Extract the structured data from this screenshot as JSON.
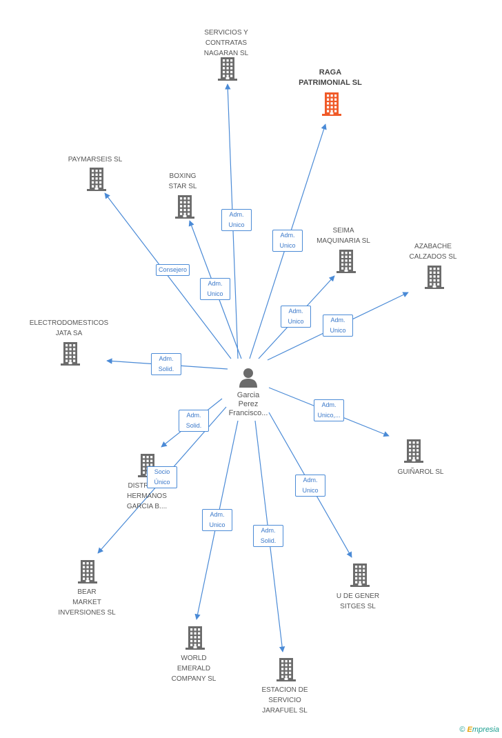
{
  "person": {
    "name_lines": [
      "Garcia",
      "Perez",
      "Francisco..."
    ],
    "icon": "person-icon"
  },
  "companies": [
    {
      "id": "servicios",
      "lines": [
        "SERVICIOS Y",
        "CONTRATAS",
        "NAGARAN SL"
      ],
      "icon": "building-icon",
      "color": "#6b6b6b"
    },
    {
      "id": "raga",
      "lines": [
        "RAGA",
        "PATRIMONIAL SL"
      ],
      "icon": "building-icon",
      "color": "#f05a28",
      "highlight": true
    },
    {
      "id": "paymarseis",
      "lines": [
        "PAYMARSEIS SL"
      ],
      "icon": "building-icon",
      "color": "#6b6b6b"
    },
    {
      "id": "boxing",
      "lines": [
        "BOXING",
        "STAR  SL"
      ],
      "icon": "building-icon",
      "color": "#6b6b6b"
    },
    {
      "id": "seima",
      "lines": [
        "SEIMA",
        "MAQUINARIA SL"
      ],
      "icon": "building-icon",
      "color": "#6b6b6b"
    },
    {
      "id": "azabache",
      "lines": [
        "AZABACHE",
        "CALZADOS SL"
      ],
      "icon": "building-icon",
      "color": "#6b6b6b"
    },
    {
      "id": "electro",
      "lines": [
        "ELECTRODOMESTICOS",
        "JATA SA"
      ],
      "icon": "building-icon",
      "color": "#6b6b6b"
    },
    {
      "id": "guinarol",
      "lines": [
        "GUIÑAROL SL"
      ],
      "icon": "building-icon",
      "color": "#6b6b6b"
    },
    {
      "id": "distrib",
      "lines": [
        "DISTRIBU...",
        "HERMANOS",
        "GARCIA B...."
      ],
      "icon": "building-icon",
      "color": "#6b6b6b"
    },
    {
      "id": "bear",
      "lines": [
        "BEAR",
        "MARKET",
        "INVERSIONES SL"
      ],
      "icon": "building-icon",
      "color": "#6b6b6b"
    },
    {
      "id": "ugener",
      "lines": [
        "U DE GENER",
        "SITGES SL"
      ],
      "icon": "building-icon",
      "color": "#6b6b6b"
    },
    {
      "id": "world",
      "lines": [
        "WORLD",
        "EMERALD",
        "COMPANY SL"
      ],
      "icon": "building-icon",
      "color": "#6b6b6b"
    },
    {
      "id": "estacion",
      "lines": [
        "ESTACION DE",
        "SERVICIO",
        "JARAFUEL SL"
      ],
      "icon": "building-icon",
      "color": "#6b6b6b"
    }
  ],
  "relations": [
    {
      "to": "servicios",
      "lines": [
        "Adm.",
        "Unico"
      ]
    },
    {
      "to": "raga",
      "lines": [
        "Adm.",
        "Unico"
      ]
    },
    {
      "to": "paymarseis",
      "lines": [
        "Consejero"
      ]
    },
    {
      "to": "boxing",
      "lines": [
        "Adm.",
        "Unico"
      ]
    },
    {
      "to": "seima",
      "lines": [
        "Adm.",
        "Unico"
      ]
    },
    {
      "to": "azabache",
      "lines": [
        "Adm.",
        "Unico"
      ]
    },
    {
      "to": "electro",
      "lines": [
        "Adm.",
        "Solid."
      ]
    },
    {
      "to": "guinarol",
      "lines": [
        "Adm.",
        "Unico,..."
      ]
    },
    {
      "to": "distrib",
      "lines": [
        "Adm.",
        "Solid."
      ]
    },
    {
      "to": "bear",
      "lines": [
        "Socio",
        "Único"
      ]
    },
    {
      "to": "ugener",
      "lines": [
        "Adm.",
        "Unico"
      ]
    },
    {
      "to": "world",
      "lines": [
        "Adm.",
        "Unico"
      ]
    },
    {
      "to": "estacion",
      "lines": [
        "Adm.",
        "Solid."
      ]
    }
  ],
  "colors": {
    "edge": "#4a8ad6",
    "node": "#6b6b6b",
    "highlight": "#f05a28"
  },
  "brand": {
    "symbol": "©",
    "first_letter": "E",
    "rest": "mpresia"
  }
}
